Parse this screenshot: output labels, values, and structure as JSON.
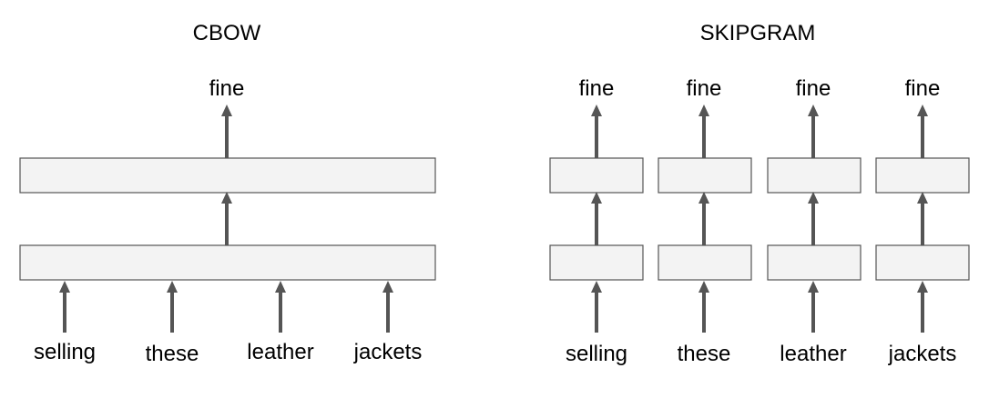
{
  "cbow": {
    "title": "CBOW",
    "output_word": "fine",
    "input_words": [
      "selling",
      "these",
      "leather",
      "jackets"
    ]
  },
  "skipgram": {
    "title": "SKIPGRAM",
    "output_words": [
      "fine",
      "fine",
      "fine",
      "fine"
    ],
    "input_words": [
      "selling",
      "these",
      "leather",
      "jackets"
    ]
  },
  "colors": {
    "box_fill": "#f3f3f3",
    "stroke": "#555555",
    "text": "#000000"
  }
}
